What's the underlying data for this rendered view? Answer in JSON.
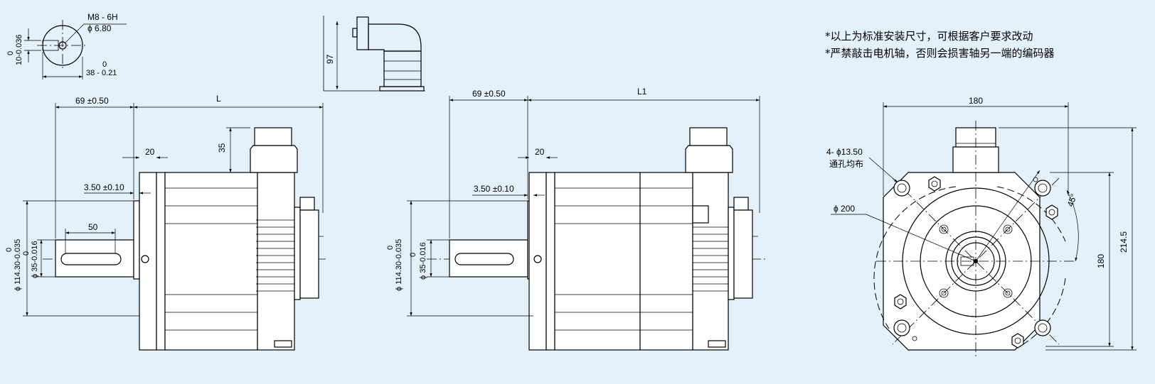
{
  "notes": [
    "*以上为标准安装尺寸，可根据客户要求改动",
    "*严禁敲击电机轴，否则会损害轴另一端的编码器"
  ],
  "shaft_section": {
    "thread": "M8 - 6H",
    "hole_dia": "ϕ 6.80",
    "key_height_tol": "0",
    "key_height": "10-0.036",
    "key_depth_tol": "0",
    "key_depth": "38 - 0.21"
  },
  "connector_view": {
    "height": "97"
  },
  "view1": {
    "flange_dist": "69 ±0.50",
    "length": "L",
    "flange_thk": "20",
    "conn_height": "35",
    "spigot": "3.50 ±0.10",
    "key_len": "50",
    "pilot_tol": "0",
    "pilot_dia": "ϕ 114.30-0.035",
    "shaft_tol": "0",
    "shaft_dia": "ϕ 35-0.016"
  },
  "view2": {
    "flange_dist": "69 ±0.50",
    "length": "L1",
    "flange_thk": "20",
    "spigot": "3.50 ±0.10",
    "pilot_tol": "0",
    "pilot_dia": "ϕ 114.30-0.035",
    "shaft_tol": "0",
    "shaft_dia": "ϕ 35-0.016"
  },
  "front_view": {
    "width": "180",
    "holes": "4- ϕ13.50",
    "holes_note": "通孔均布",
    "pcd": "ϕ 200",
    "angle": "45°",
    "height": "180",
    "total_height": "214.5"
  }
}
